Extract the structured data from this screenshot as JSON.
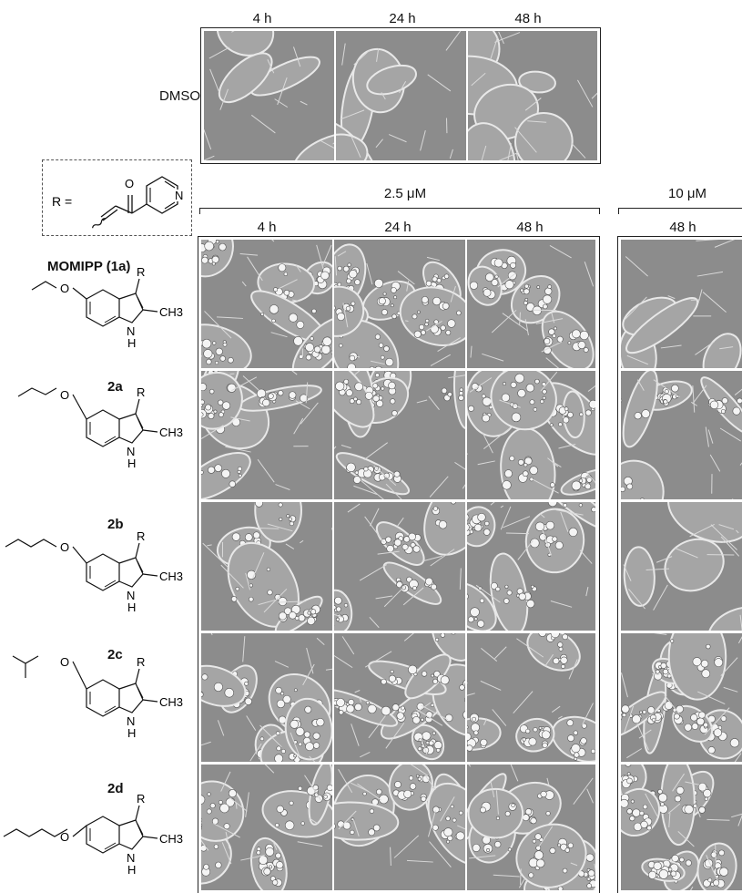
{
  "top_panel": {
    "time_labels": [
      "4 h",
      "24 h",
      "48 h"
    ],
    "row_label": "DMSO"
  },
  "r_group": {
    "prefix": "R =",
    "carbonyl_atom": "O",
    "ring_atom": "N"
  },
  "concentrations": {
    "low": "2.5 μM",
    "high": "10 μM"
  },
  "main_panel": {
    "time_labels": [
      "4 h",
      "24 h",
      "48 h"
    ],
    "high_time_label": "48 h"
  },
  "compounds": [
    {
      "name": "MOMIPP (1a)",
      "atoms": {
        "r": "R",
        "ch3": "CH3",
        "nh": "N",
        "h": "H",
        "o": "O"
      }
    },
    {
      "name": "2a",
      "atoms": {
        "r": "R",
        "ch3": "CH3",
        "nh": "N",
        "h": "H",
        "o": "O"
      }
    },
    {
      "name": "2b",
      "atoms": {
        "r": "R",
        "ch3": "CH3",
        "nh": "N",
        "h": "H",
        "o": "O"
      }
    },
    {
      "name": "2c",
      "atoms": {
        "r": "R",
        "ch3": "CH3",
        "nh": "N",
        "h": "H",
        "o": "O"
      }
    },
    {
      "name": "2d",
      "atoms": {
        "r": "R",
        "ch3": "CH3",
        "nh": "N",
        "h": "H",
        "o": "O"
      }
    }
  ]
}
